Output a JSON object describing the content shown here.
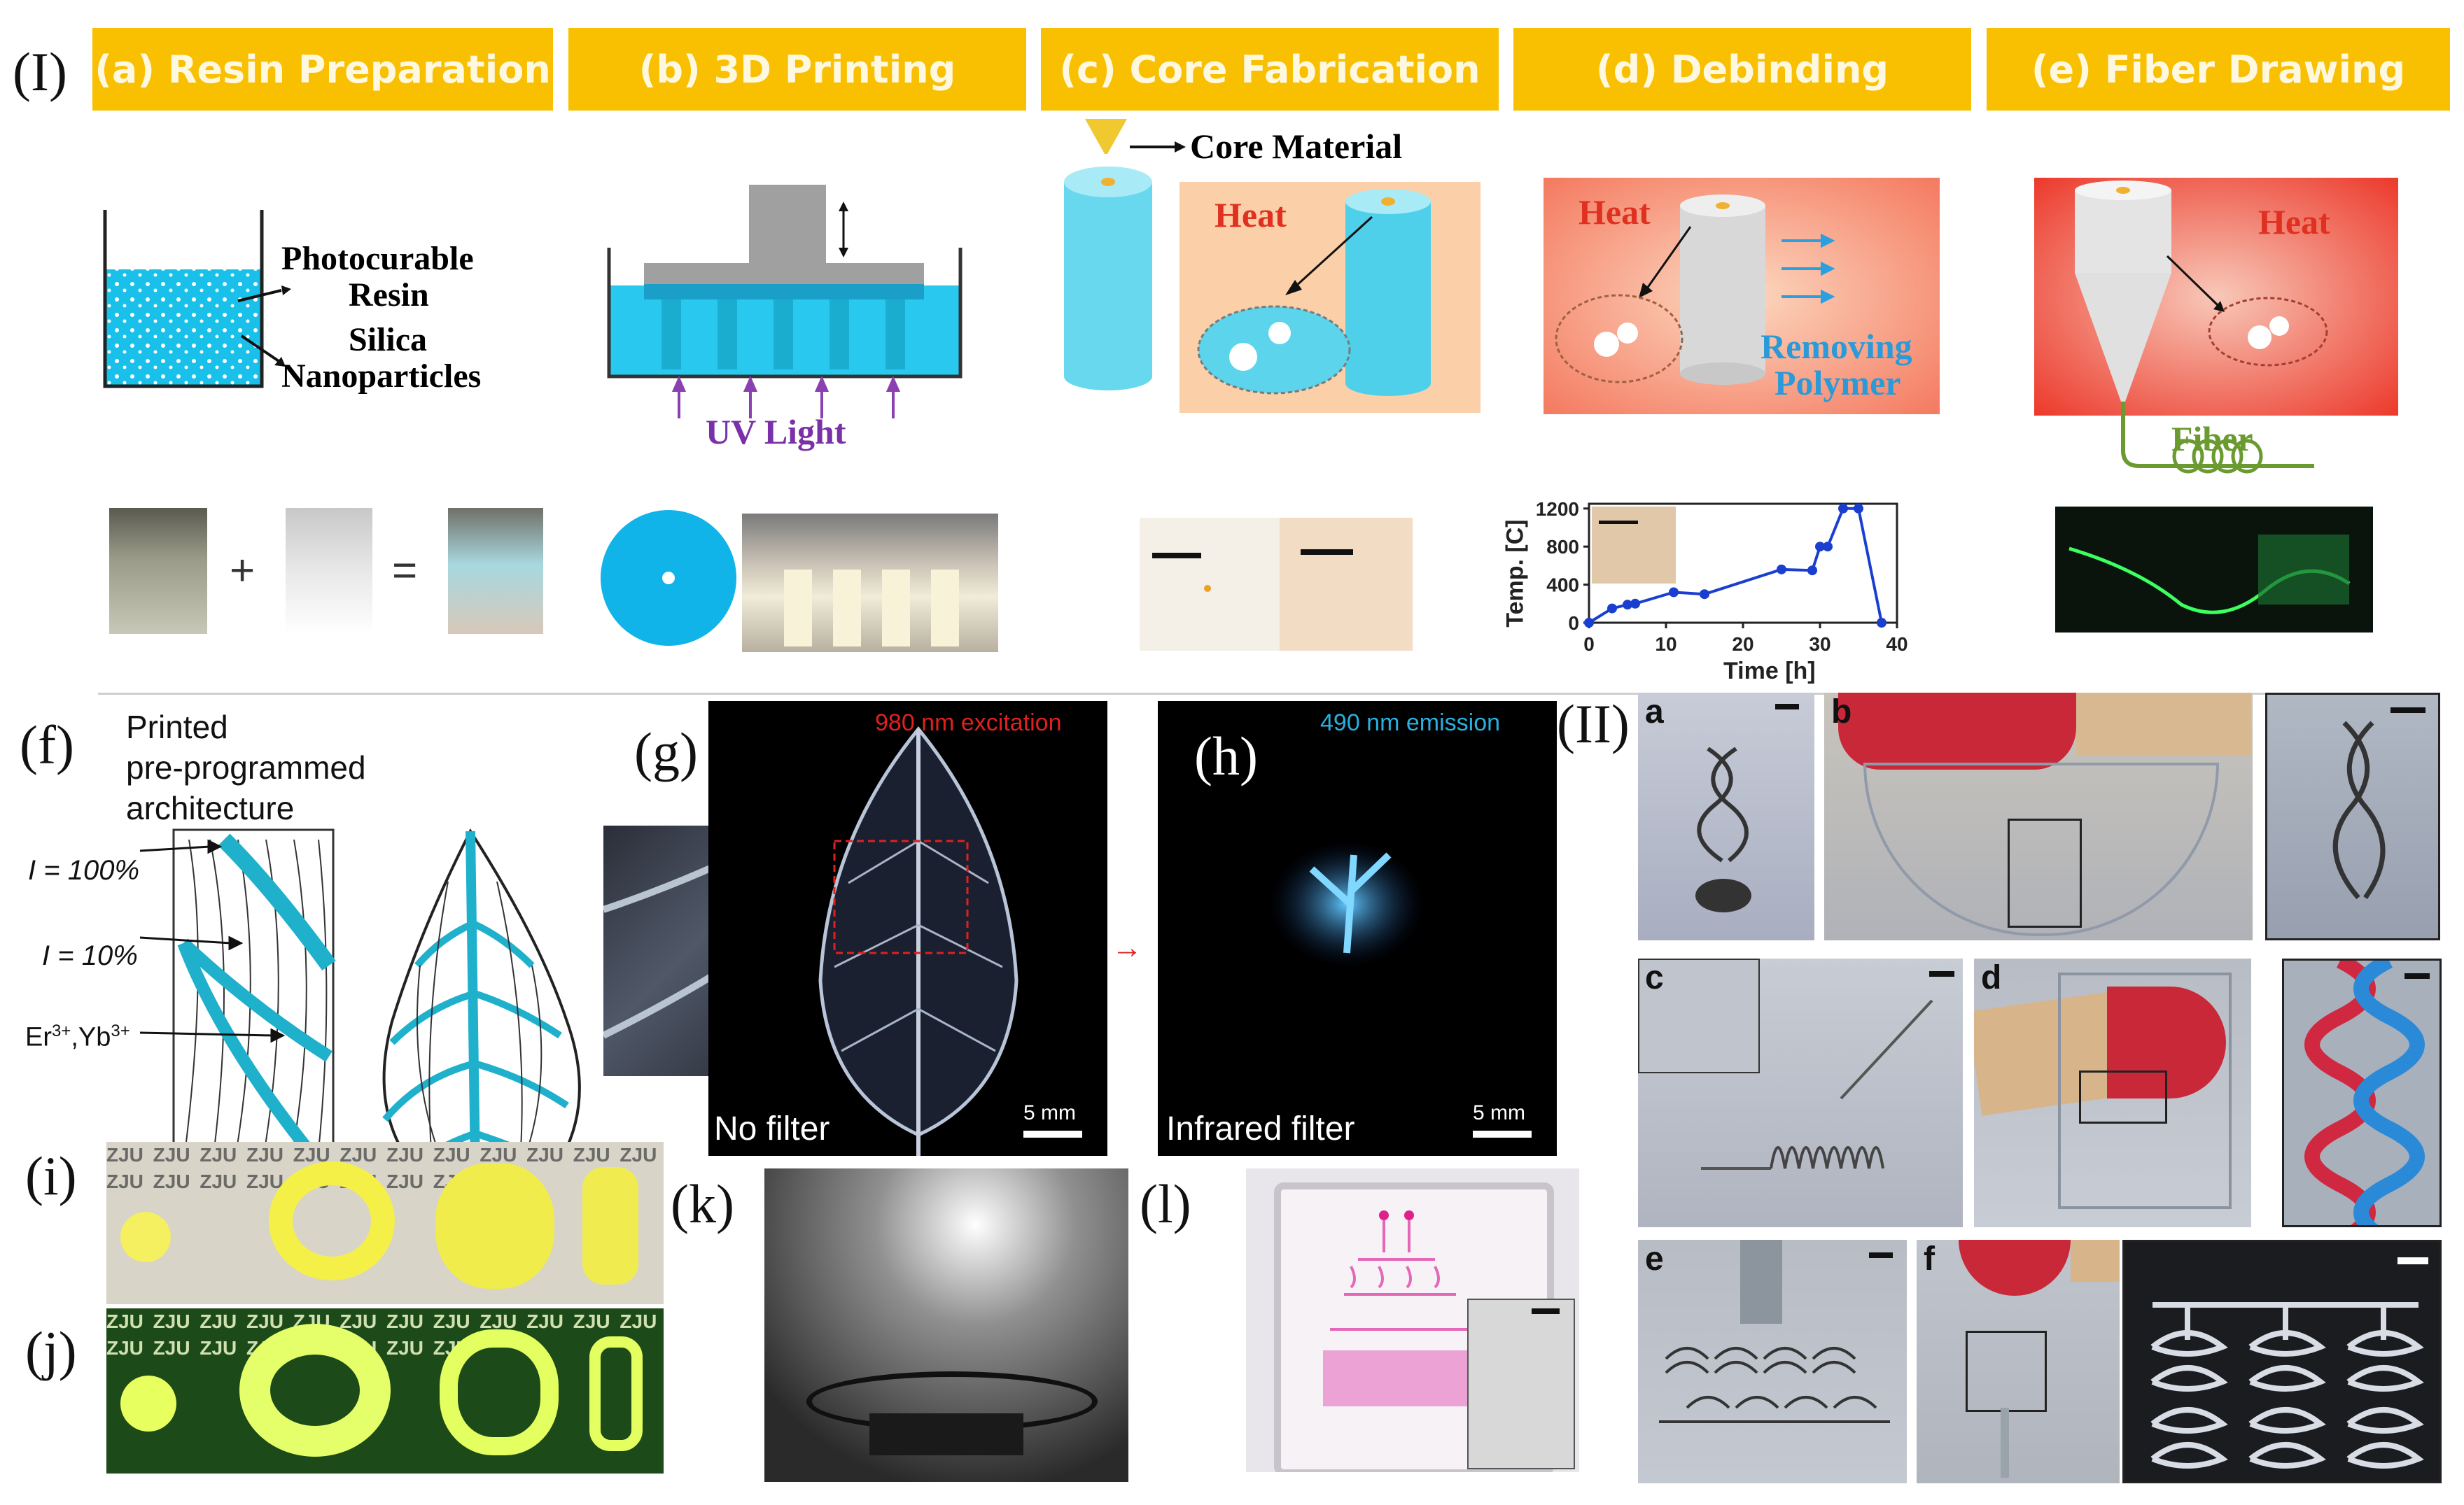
{
  "part_labels": {
    "I": "(I)",
    "II": "(II)"
  },
  "banners": [
    "(a)  Resin Preparation",
    "(b)  3D Printing",
    "(c)  Core Fabrication",
    "(d)  Debinding",
    "(e)  Fiber Drawing"
  ],
  "panel_a": {
    "label1": "Photocurable",
    "label2": "Resin",
    "label3": "Silica",
    "label4": "Nanoparticles",
    "plus": "+",
    "equals": "="
  },
  "panel_b": {
    "uv": "UV Light"
  },
  "panel_c": {
    "core": "Core Material",
    "heat": "Heat"
  },
  "panel_d": {
    "heat": "Heat",
    "removing": "Removing",
    "polymer": "Polymer"
  },
  "panel_e": {
    "heat": "Heat",
    "fiber": "Fiber"
  },
  "chart_data": {
    "type": "line",
    "x": [
      0,
      3,
      5,
      6,
      11,
      15,
      25,
      29,
      30,
      31,
      33,
      35,
      38
    ],
    "values": [
      0,
      150,
      190,
      200,
      320,
      300,
      560,
      550,
      800,
      800,
      1200,
      1200,
      0
    ],
    "xlabel": "Time [h]",
    "ylabel": "Temp. [C]",
    "xticks": [
      "0",
      "10",
      "20",
      "30",
      "40"
    ],
    "yticks": [
      "0",
      "400",
      "800",
      "1200"
    ],
    "xlim": [
      0,
      40
    ],
    "ylim": [
      0,
      1250
    ],
    "color": "#1a3fd0"
  },
  "panel_f": {
    "label": "(f)",
    "title1": "Printed",
    "title2": "pre-programmed",
    "title3": "architecture",
    "i100": "I = 100%",
    "i10": "I = 10%",
    "ions": "Er3+,Yb3+"
  },
  "panel_g": {
    "label": "(g)",
    "excitation": "980 nm excitation",
    "filter": "No filter",
    "scale": "5 mm"
  },
  "panel_h": {
    "label": "(h)",
    "emission": "490 nm emission",
    "filter": "Infrared filter",
    "scale": "5 mm"
  },
  "panel_i": {
    "label": "(i)",
    "pattern": "ZJU ZJU ZJU ZJU ZJU ZJU ZJU ZJU ZJU ZJU ZJU ZJU ZJU ZJU ZJU ZJU ZJU ZJU ZJU ZJU"
  },
  "panel_j": {
    "label": "(j)",
    "pattern": "ZJU ZJU ZJU ZJU ZJU ZJU ZJU ZJU ZJU ZJU ZJU ZJU ZJU ZJU ZJU ZJU ZJU ZJU ZJU ZJU"
  },
  "panel_k": {
    "label": "(k)"
  },
  "panel_l": {
    "label": "(l)"
  },
  "panel_II": {
    "a": "a",
    "b": "b",
    "c": "c",
    "d": "d",
    "e": "e",
    "f": "f"
  },
  "colors": {
    "banner": "#f8c000",
    "cyan": "#1ec0e6",
    "red_heat": "#e8302a",
    "blue_text": "#2a9ad8"
  }
}
